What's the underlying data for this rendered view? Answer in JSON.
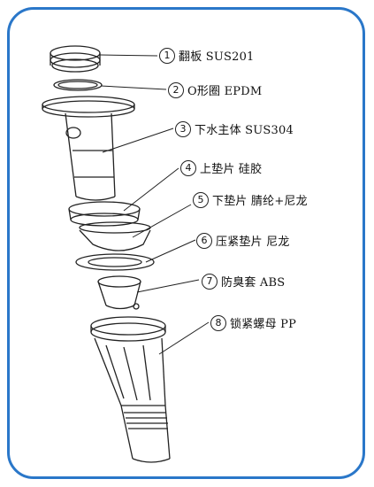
{
  "frame_color": "#2a77c9",
  "parts": [
    {
      "num": "1",
      "label": "翻板 SUS201"
    },
    {
      "num": "2",
      "label": "O形圈 EPDM"
    },
    {
      "num": "3",
      "label": "下水主体 SUS304"
    },
    {
      "num": "4",
      "label": "上垫片 硅胶"
    },
    {
      "num": "5",
      "label": "下垫片 腈纶+尼龙"
    },
    {
      "num": "6",
      "label": "压紧垫片 尼龙"
    },
    {
      "num": "7",
      "label": "防臭套 ABS"
    },
    {
      "num": "8",
      "label": "锁紧螺母 PP"
    }
  ]
}
